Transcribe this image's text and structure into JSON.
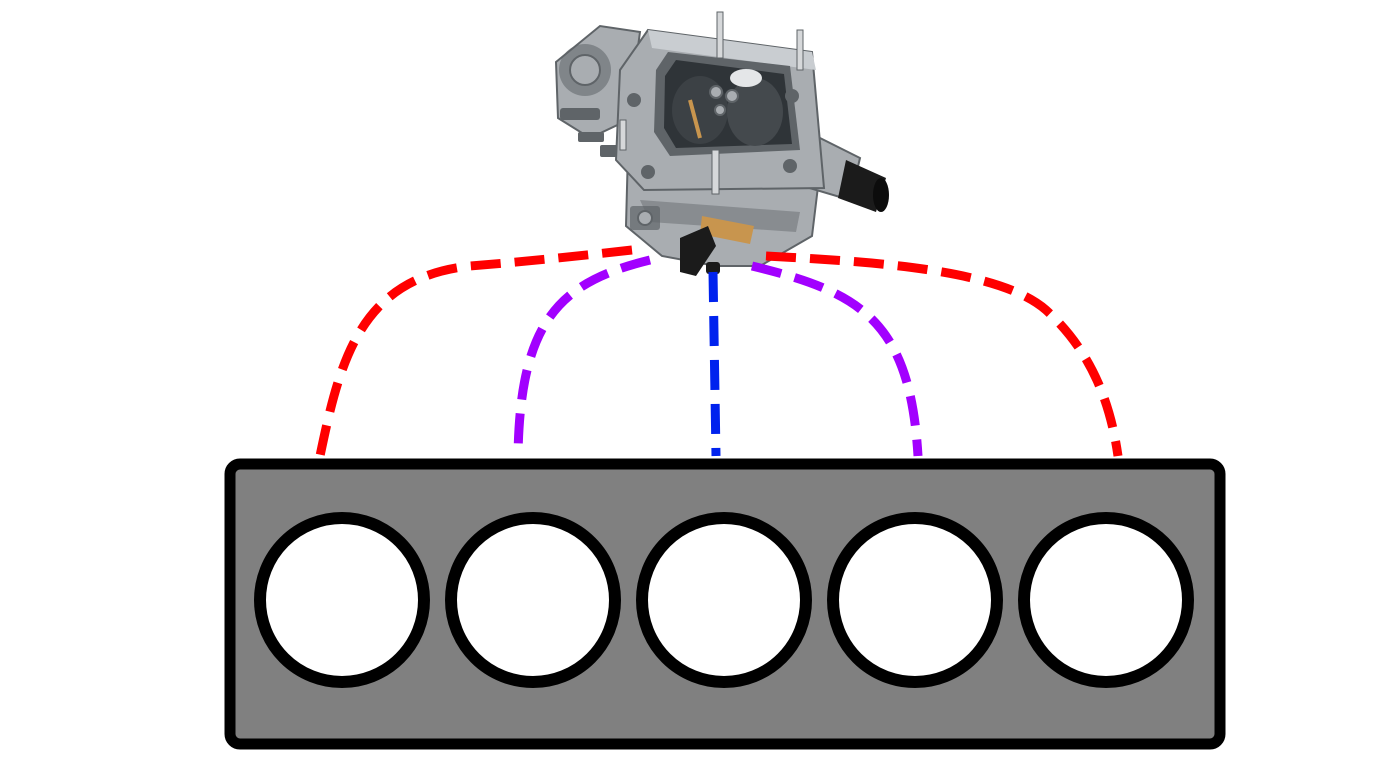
{
  "diagram": {
    "background_color": "#ffffff",
    "carburetor": {
      "icon": "carburetor-icon",
      "body_color": "#a9adb1",
      "shadow_color": "#5f6468",
      "brass_color": "#c8954e",
      "hose_color": "#1b1b1b"
    },
    "engine_block": {
      "fill_color": "#808080",
      "stroke_color": "#000000",
      "cylinder_fill": "#ffffff",
      "cylinder_count": 5
    },
    "runners": [
      {
        "id": "runner-outer-left",
        "color": "#ff0000",
        "to_cylinder": 1
      },
      {
        "id": "runner-inner-left",
        "color": "#a200ff",
        "to_cylinder": 2
      },
      {
        "id": "runner-center",
        "color": "#0022ee",
        "to_cylinder": 3
      },
      {
        "id": "runner-inner-right",
        "color": "#a200ff",
        "to_cylinder": 4
      },
      {
        "id": "runner-outer-right",
        "color": "#ff0000",
        "to_cylinder": 5
      }
    ]
  }
}
